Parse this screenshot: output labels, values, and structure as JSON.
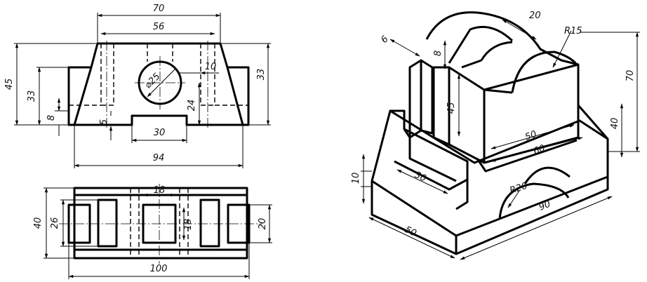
{
  "front_view": {
    "dims": {
      "top_outer": "70",
      "top_inner": "56",
      "total_height": "45",
      "side_height": "33",
      "right_height": "33",
      "hole_dia": "⌀25",
      "hole_offset": "10",
      "base_thk": "8",
      "slot_depth": "5",
      "slot_height": "24",
      "slot_width": "30",
      "width": "94"
    }
  },
  "top_view": {
    "dims": {
      "depth": "40",
      "inner_depth": "26",
      "slot_width": "18",
      "slot_depth": "18",
      "lug_width": "20",
      "length": "100"
    }
  },
  "iso_view": {
    "dims": {
      "boss_width": "20",
      "radius_top": "R15",
      "wall": "6",
      "small": "8",
      "height_45": "45",
      "height_70": "70",
      "height_40": "40",
      "len_50": "50",
      "len_60": "60",
      "slot_30": "30",
      "base_10": "10",
      "radius_arch": "R20",
      "len_90": "90",
      "depth_50": "50"
    }
  }
}
